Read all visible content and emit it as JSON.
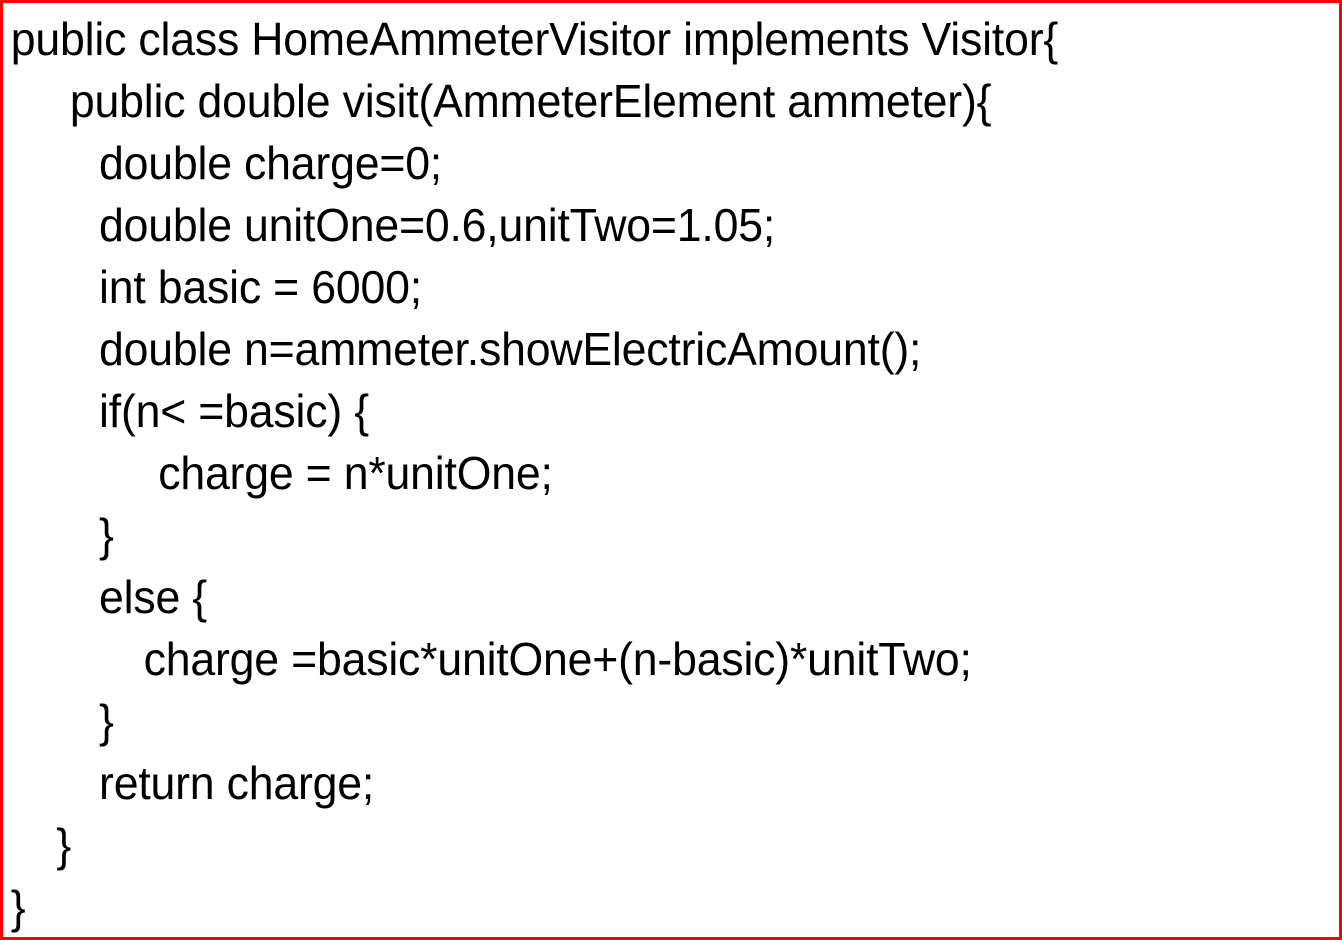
{
  "figure": {
    "kind": "source-code-listing",
    "language": "java",
    "border_color": "#ff0000",
    "background_color": "#ffffff",
    "text_color": "#000000"
  },
  "code": {
    "lines": [
      {
        "text": "public class HomeAmmeterVisitor implements Visitor{",
        "indent": 0
      },
      {
        "text": "public double visit(AmmeterElement ammeter){",
        "indent": 1
      },
      {
        "text": "double charge=0;",
        "indent": 2
      },
      {
        "text": "double unitOne=0.6,unitTwo=1.05;",
        "indent": 2
      },
      {
        "text": "int basic = 6000;",
        "indent": 2
      },
      {
        "text": "double n=ammeter.showElectricAmount();",
        "indent": 2
      },
      {
        "text": "if(n< =basic) {",
        "indent": 2
      },
      {
        "text": "charge = n*unitOne;",
        "indent": 4
      },
      {
        "text": "}",
        "indent": 2
      },
      {
        "text": "else {",
        "indent": 2
      },
      {
        "text": "charge =basic*unitOne+(n-basic)*unitTwo;",
        "indent": 3
      },
      {
        "text": "}",
        "indent": 2
      },
      {
        "text": "return charge;",
        "indent": 2
      },
      {
        "text": "}",
        "indent": 1
      },
      {
        "text": "}",
        "indent": 0
      }
    ]
  }
}
